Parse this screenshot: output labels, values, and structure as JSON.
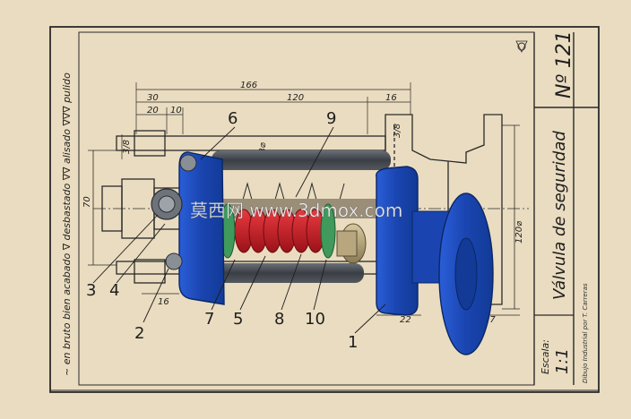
{
  "sheet": {
    "number": "Nº 121",
    "title": "Válvula de seguridad",
    "scale_label": "Escala:",
    "scale_value": "1:1",
    "author": "Dibujo Industrial por T. Carreras",
    "finish_legend": "~ en bruto  bien acabado ∇ desbastado ∇∇ alisado ∇∇∇ pulido",
    "watermark": "莫西网 www.3dmox.com"
  },
  "dimensions": {
    "d166": "166",
    "d120": "120",
    "d16": "16",
    "d30": "30",
    "d20": "20",
    "d10": "10",
    "d70": "70",
    "d3_8a": "3/8",
    "d3_8b": "3/8",
    "d18": "18⌀",
    "d120dia": "120⌀",
    "d16b": "16",
    "d22": "22",
    "d17": "17"
  },
  "part_numbers": [
    "1",
    "2",
    "3",
    "4",
    "5",
    "6",
    "7",
    "8",
    "9",
    "10"
  ],
  "colors": {
    "paper": "#e9dcc0",
    "line": "#2a2a2a",
    "blue": "#1f4fbf",
    "spring": "#c8202a",
    "rod": "#4a4e55"
  }
}
